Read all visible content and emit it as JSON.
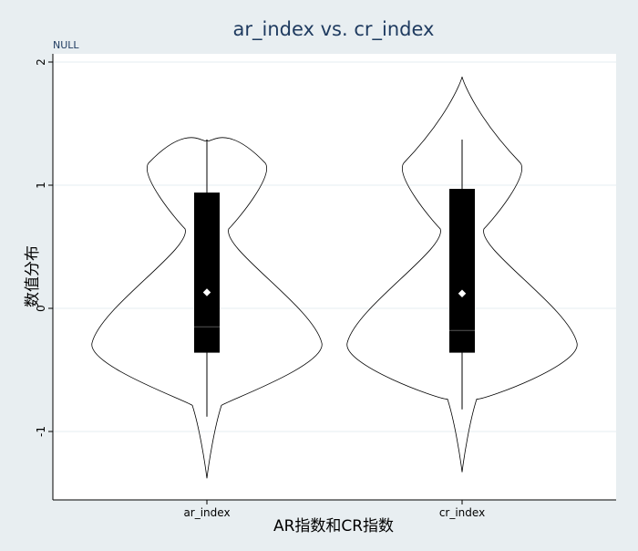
{
  "chart_data": {
    "type": "violin",
    "title": "ar_index vs. cr_index",
    "subtitle": "NULL",
    "xlabel": "AR指数和CR指数",
    "ylabel": "数值分布",
    "ylim": [
      -1.5,
      2.05
    ],
    "yticks": [
      -1,
      0,
      1,
      2
    ],
    "grid": true,
    "categories": [
      "ar_index",
      "cr_index"
    ],
    "series": [
      {
        "name": "ar_index",
        "min": -1.38,
        "q1": -0.36,
        "median": -0.15,
        "mean": 0.13,
        "q3": 0.94,
        "max": 1.37,
        "whisker_low": -0.88,
        "whisker_high": 1.37
      },
      {
        "name": "cr_index",
        "min": -1.33,
        "q1": -0.36,
        "median": -0.18,
        "mean": 0.12,
        "q3": 0.97,
        "max": 1.88,
        "whisker_low": -0.82,
        "whisker_high": 1.37
      }
    ]
  }
}
